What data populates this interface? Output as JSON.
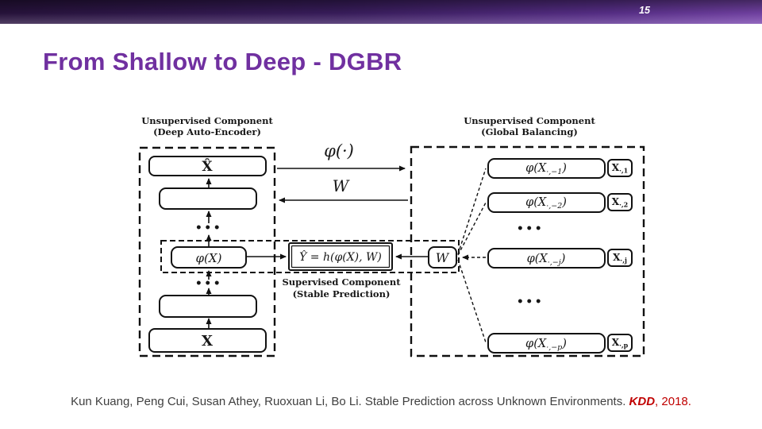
{
  "slide": {
    "page_number": "15",
    "title": "From Shallow to Deep - DGBR"
  },
  "diagram": {
    "left": {
      "label_line1": "Unsupervised Component",
      "label_line2": "(Deep Auto-Encoder)",
      "top_box": "X̂",
      "phi_box": "φ(X)",
      "bottom_box": "X",
      "dots": "•••"
    },
    "middle": {
      "phi_arrow_label": "φ(·)",
      "w_arrow_label": "W",
      "equation": "Ŷ = h(φ(X), W)",
      "label_line1": "Supervised Component",
      "label_line2": "(Stable Prediction)",
      "w_box": "W"
    },
    "right": {
      "label_line1": "Unsupervised Component",
      "label_line2": "(Global Balancing)",
      "dots": "•••",
      "rows": [
        {
          "phi_main": "φ(X",
          "phi_sub": "·,−1",
          "phi_close": ")",
          "x_main": "X",
          "x_sub": "·,1"
        },
        {
          "phi_main": "φ(X",
          "phi_sub": "·,−2",
          "phi_close": ")",
          "x_main": "X",
          "x_sub": "·,2"
        },
        {
          "phi_main": "φ(X",
          "phi_sub": "·,−j",
          "phi_close": ")",
          "x_main": "X",
          "x_sub": "·,j"
        },
        {
          "phi_main": "φ(X",
          "phi_sub": "·,−p",
          "phi_close": ")",
          "x_main": "X",
          "x_sub": "·,p"
        }
      ]
    }
  },
  "citation": {
    "authors_and_title": "Kun Kuang, Peng Cui, Susan Athey, Ruoxuan Li, Bo Li. Stable Prediction across Unknown Environments. ",
    "venue": "KDD",
    "year": ", 2018."
  },
  "colors": {
    "title_purple": "#7030a0",
    "banner_dark": "#2a1440",
    "banner_light": "#7b47b0",
    "citation_highlight": "#c00000",
    "citation_text": "#3f3f3f",
    "diagram_ink": "#111111"
  }
}
